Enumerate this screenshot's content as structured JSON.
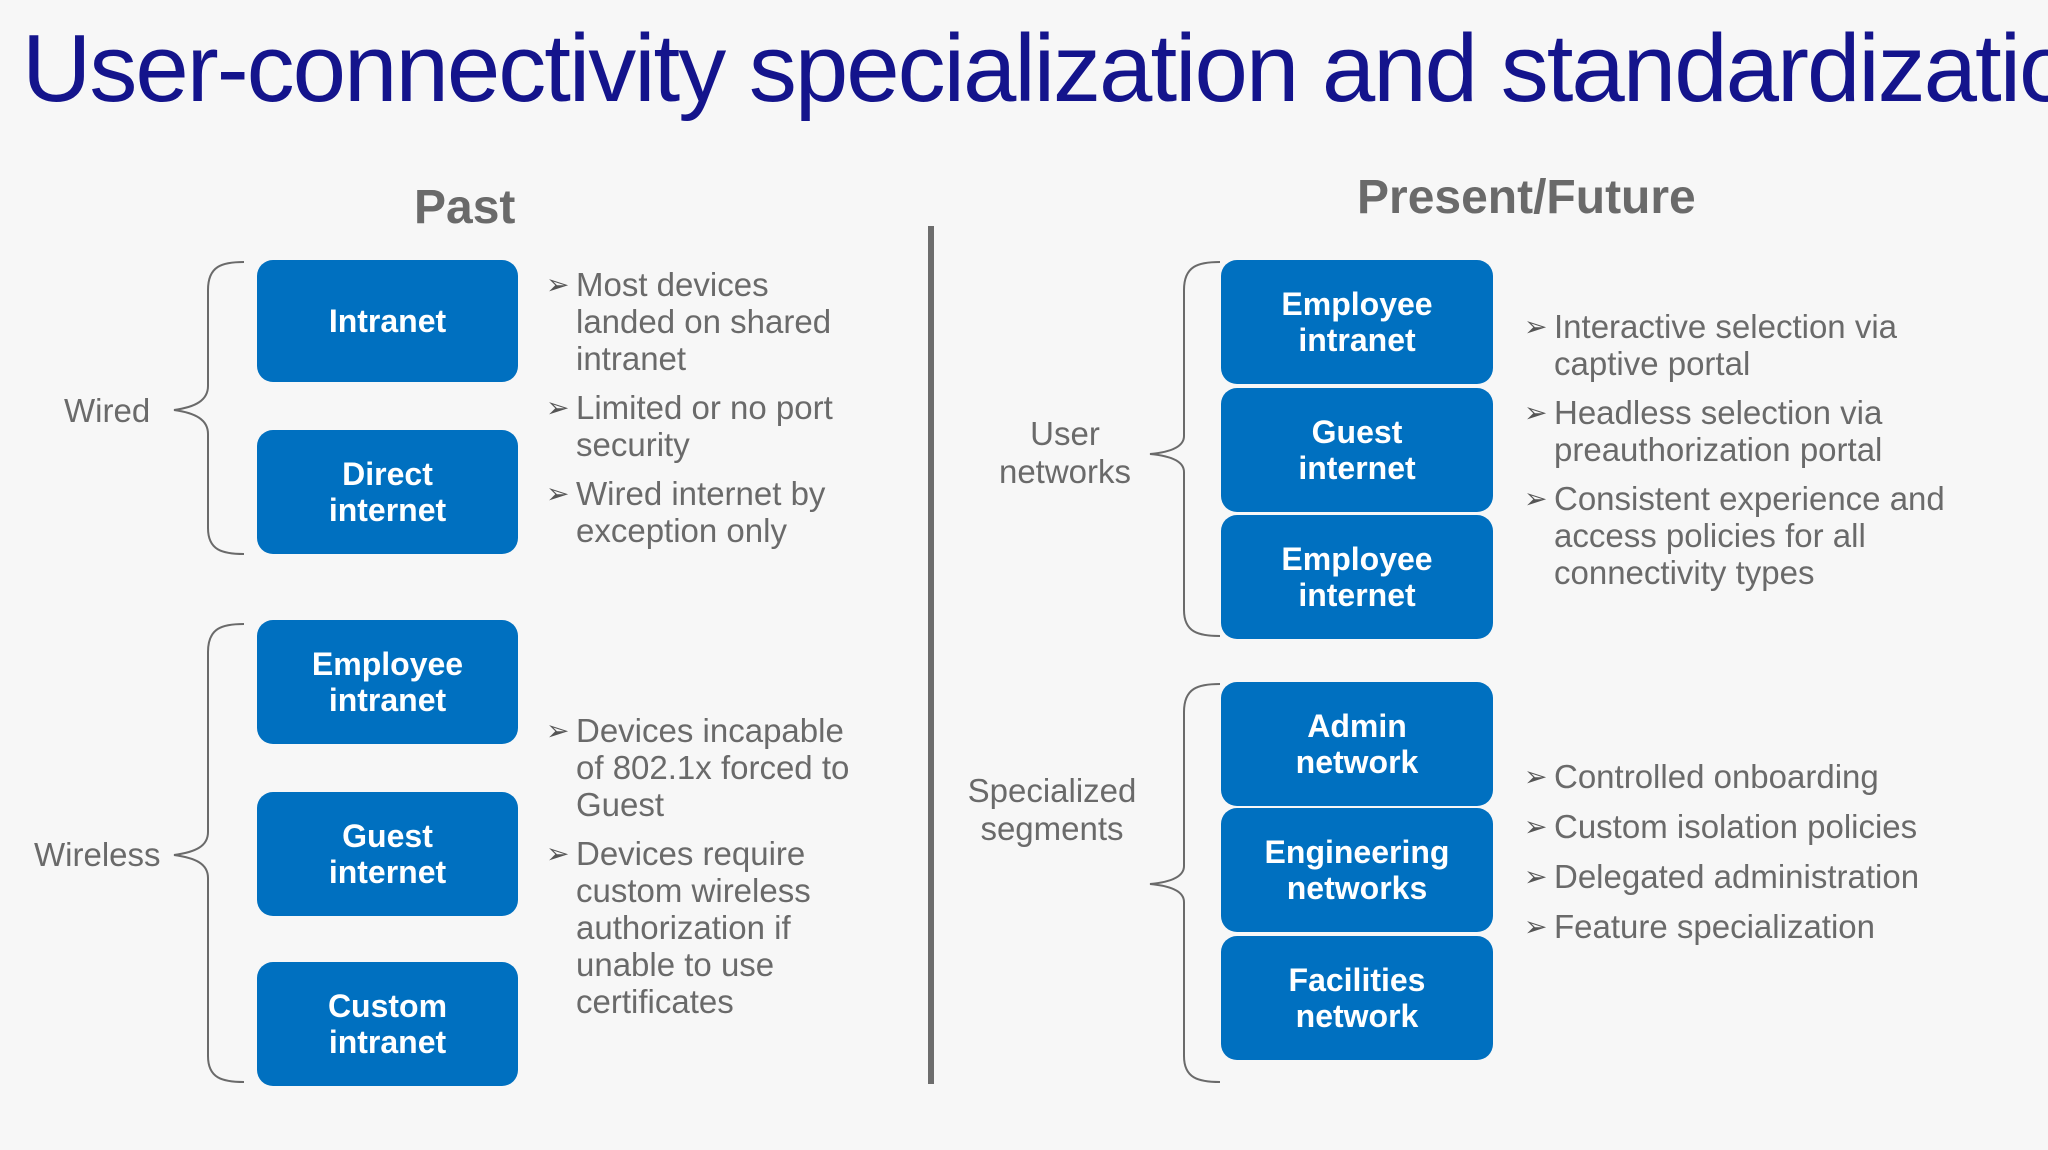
{
  "title": "User-connectivity specialization and standardization",
  "past": {
    "heading": "Past",
    "wired": {
      "label": "Wired",
      "boxes": [
        {
          "line1": "Intranet",
          "line2": ""
        },
        {
          "line1": "Direct",
          "line2": "internet"
        }
      ],
      "bullets": [
        "Most devices landed on shared intranet",
        "Limited or no port security",
        "Wired internet by exception only"
      ]
    },
    "wireless": {
      "label": "Wireless",
      "boxes": [
        {
          "line1": "Employee",
          "line2": "intranet"
        },
        {
          "line1": "Guest",
          "line2": "internet"
        },
        {
          "line1": "Custom",
          "line2": "intranet"
        }
      ],
      "bullets": [
        "Devices incapable of 802.1x forced to Guest",
        "Devices require custom wireless authorization if unable to use certificates"
      ]
    }
  },
  "present": {
    "heading": "Present/Future",
    "user": {
      "label": "User networks",
      "boxes": [
        {
          "line1": "Employee",
          "line2": "intranet"
        },
        {
          "line1": "Guest",
          "line2": "internet"
        },
        {
          "line1": "Employee",
          "line2": "internet"
        }
      ],
      "bullets": [
        "Interactive selection via captive portal",
        "Headless selection via preauthorization portal",
        "Consistent experience and access policies for all connectivity types"
      ]
    },
    "specialized": {
      "label": "Specialized segments",
      "boxes": [
        {
          "line1": "Admin",
          "line2": "network"
        },
        {
          "line1": "Engineering",
          "line2": "networks"
        },
        {
          "line1": "Facilities",
          "line2": "network"
        }
      ],
      "bullets": [
        "Controlled onboarding",
        "Custom isolation policies",
        "Delegated administration",
        "Feature specialization"
      ]
    }
  },
  "icons": {
    "bullet": "arrow-bullet-icon"
  },
  "colors": {
    "title": "#14148c",
    "box": "#0070c0",
    "text": "#6a6a6a",
    "background": "#f7f7f7"
  }
}
